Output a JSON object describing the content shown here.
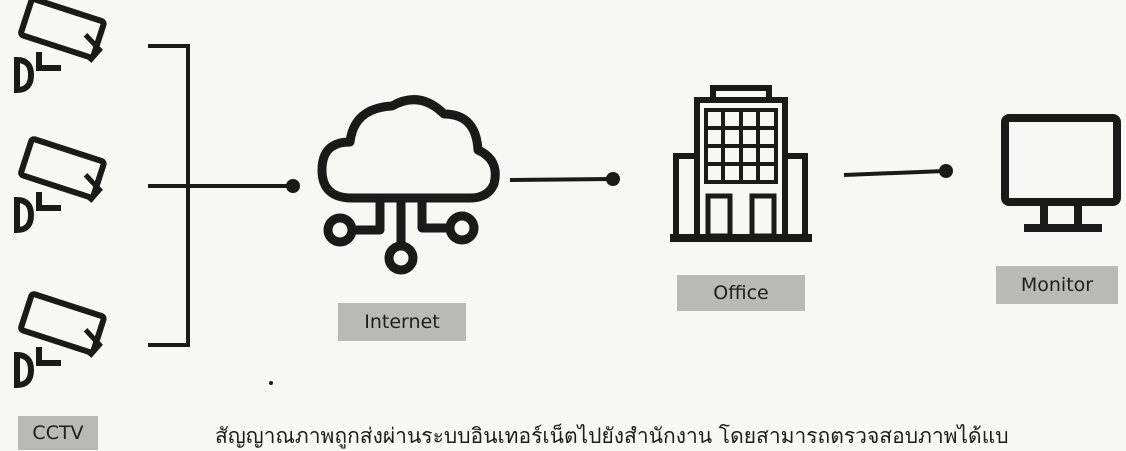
{
  "nodes": {
    "cctv_label": "CCTV",
    "internet_label": "Internet",
    "office_label": "Office",
    "monitor_label": "Monitor"
  },
  "caption": "สัญญาณภาพถูกส่งผ่านระบบอินเทอร์เน็ตไปยังสำนักงาน โดยสามารถตรวจสอบภาพได้แบ",
  "colors": {
    "ink": "#1a1a1a",
    "label_background": "#b9b9b7",
    "page_background": "#f7f7f5"
  },
  "icons": [
    "cctv-camera-icon",
    "cloud-network-icon",
    "office-building-icon",
    "monitor-icon"
  ]
}
